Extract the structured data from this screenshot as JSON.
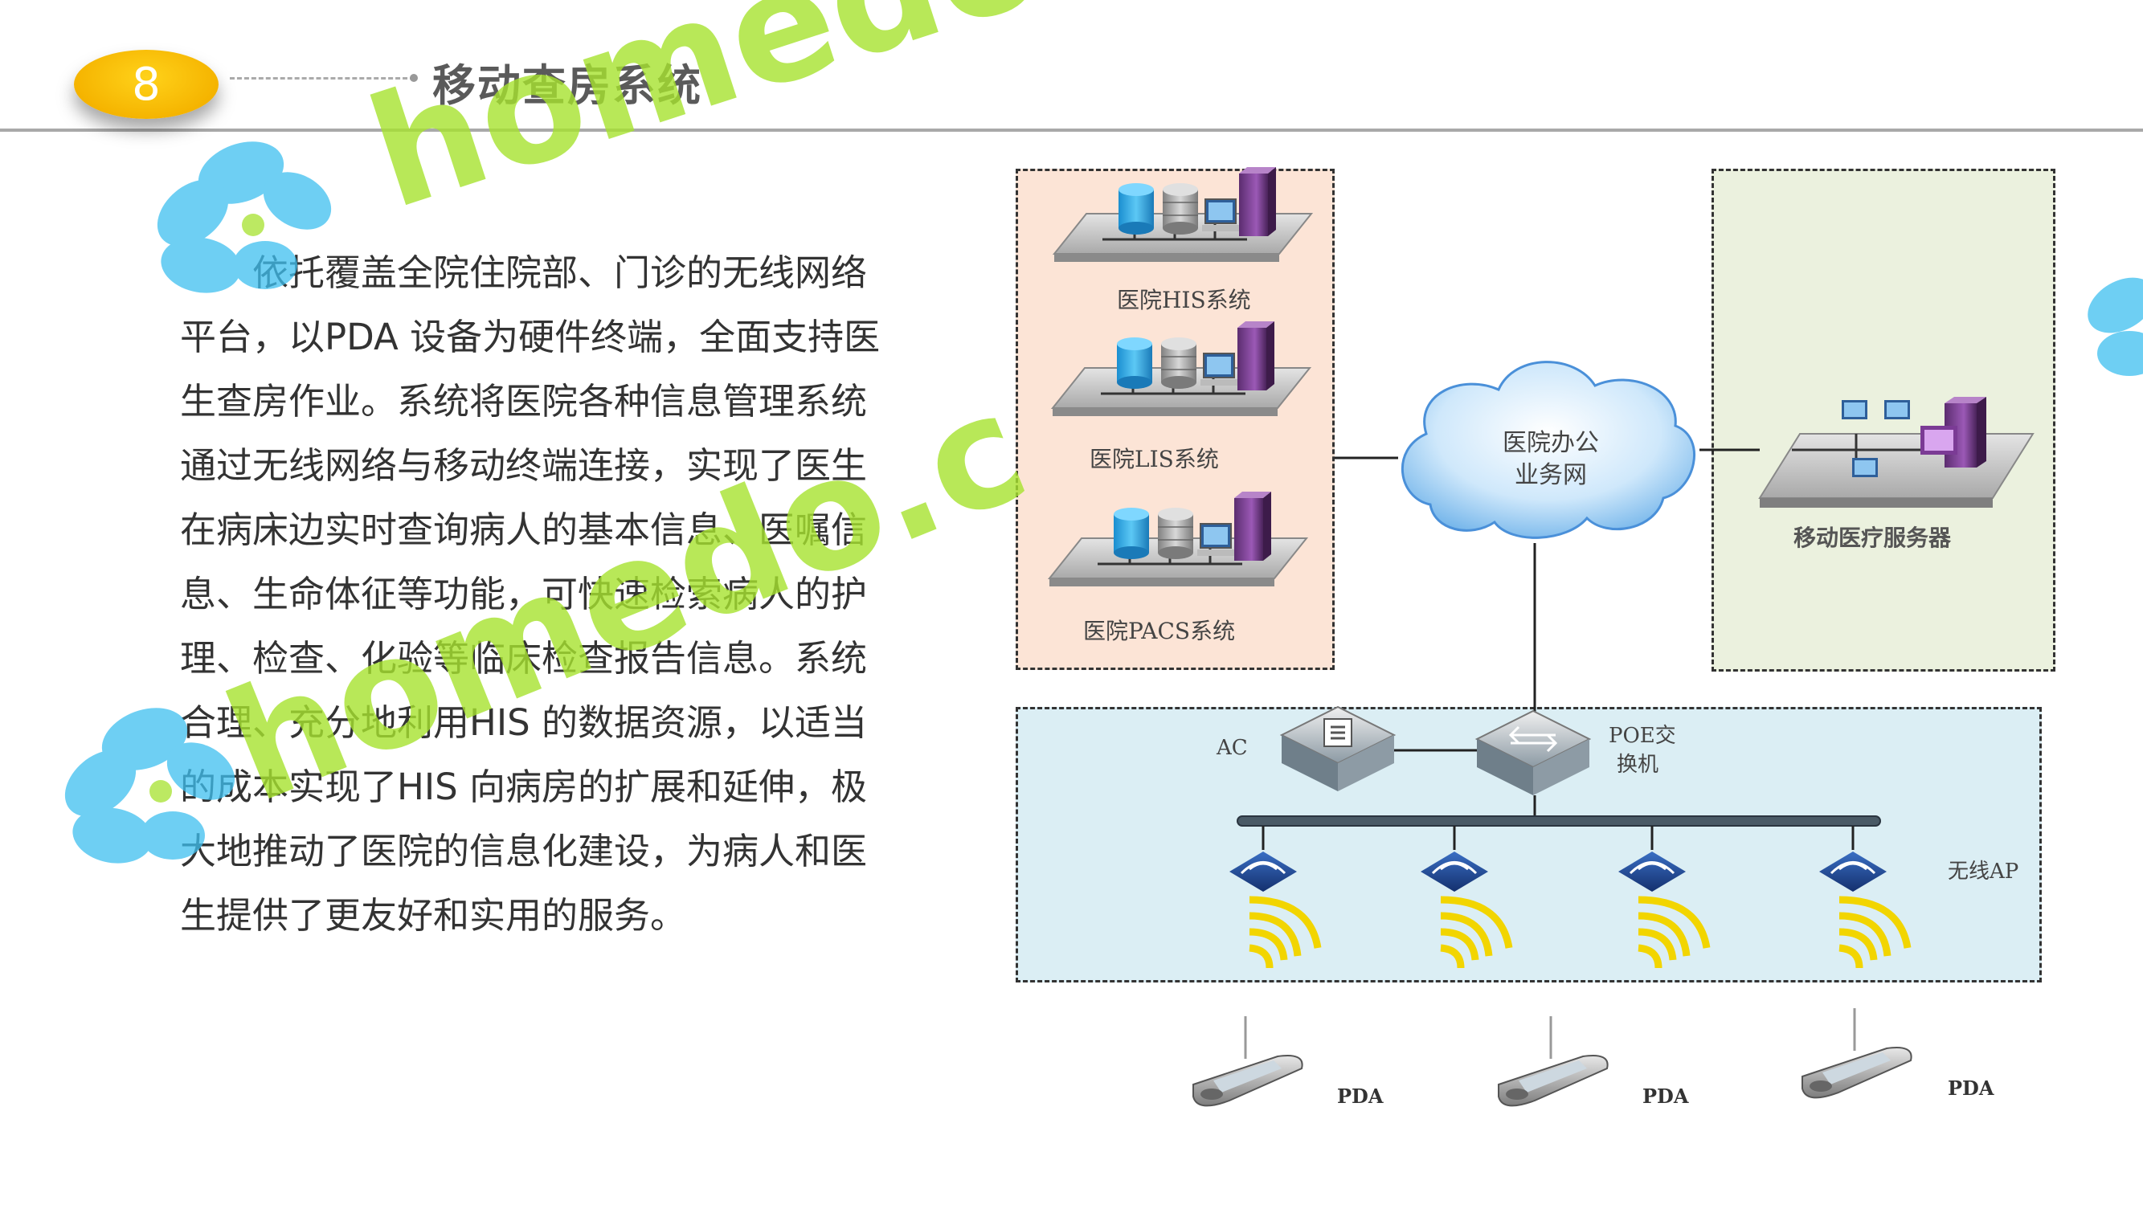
{
  "header": {
    "badge_number": "8",
    "title": "移动查房系统"
  },
  "body_lines": [
    "　　依托覆盖全院住院部、门诊的无线网络",
    "平台，以PDA 设备为硬件终端，全面支持医",
    "生查房作业。系统将医院各种信息管理系统",
    "通过无线网络与移动终端连接，实现了医生",
    "在病床边实时查询病人的基本信息、医嘱信",
    "息、生命体征等功能，可快速检索病人的护",
    "理、检查、化验等临床检查报告信息。系统",
    "合理、充分地利用HIS 的数据资源，以适当",
    "的成本实现了HIS 向病房的扩展和延伸，极",
    "大地推动了医院的信息化建设，为病人和医",
    "生提供了更友好和实用的服务。"
  ],
  "diagram": {
    "systems": [
      "医院HIS系统",
      "医院LIS系统",
      "医院PACS系统"
    ],
    "cloud": [
      "医院办公",
      "业务网"
    ],
    "server_label": "移动医疗服务器",
    "ac_label": "AC",
    "poe_label": [
      "POE交",
      "换机"
    ],
    "ap_label": "无线AP",
    "pda_labels": [
      "PDA",
      "PDA",
      "PDA"
    ]
  },
  "watermark": {
    "text_1": "homedo.c",
    "text_2": "homedo.c"
  },
  "colors": {
    "badge": "#f5b400",
    "watermark_green": "#a6e22e",
    "watermark_blue": "#3ec0f0",
    "systems_box": "#fce4d6",
    "server_box": "#ebf1de",
    "wireless_box": "#dbeef4"
  }
}
